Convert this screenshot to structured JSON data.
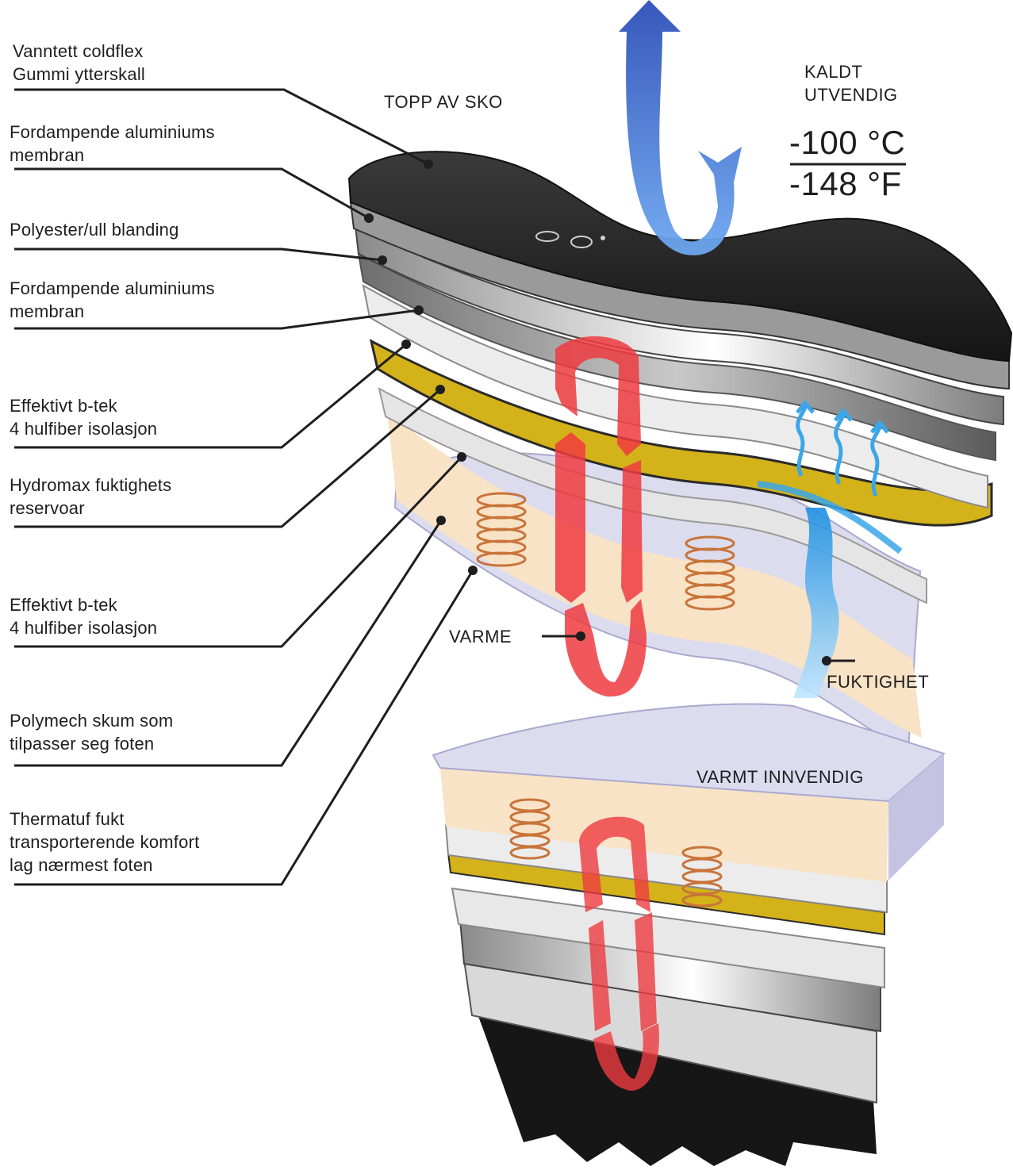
{
  "labels": [
    "Vanntett coldflex\nGummi ytterskall",
    "Fordampende aluminiums\nmembran",
    "Polyester/ull blanding",
    "Fordampende aluminiums\nmembran",
    "Effektivt b-tek\n4 hulfiber isolasjon",
    "Hydromax fuktighets\nreservoar",
    "Effektivt b-tek\n4 hulfiber isolasjon",
    "Polymech skum som\ntilpasser seg foten",
    "Thermatuf fukt\ntransporterende komfort\nlag nærmest foten"
  ],
  "top_label": "TOPP AV SKO",
  "cold_outside": {
    "line1": "KALDT",
    "line2": "UTVENDIG"
  },
  "temperature": {
    "celsius": "-100 °C",
    "fahrenheit": "-148 °F"
  },
  "heat_label": "VARME",
  "moisture_label": "FUKTIGHET",
  "warm_inside": "VARMT INNVENDIG",
  "colors": {
    "cold_arrow": "#2f5fc8",
    "heat_arrow": "#ee3b40",
    "moisture": "#3aa6e8",
    "rubber": "#262626",
    "aluminium": "#b9b9b9",
    "yellow_layer": "#d4b21a",
    "foam": "#f9e3c6",
    "comfort_layer": "#d6d6ee",
    "coil": "#c8743a"
  }
}
